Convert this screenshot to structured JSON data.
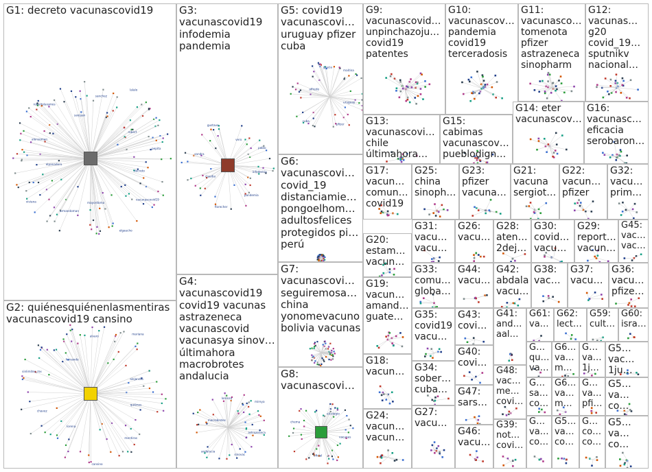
{
  "groups": [
    {
      "id": "G1",
      "lines": [
        "G1: decreto vacunascovid19"
      ]
    },
    {
      "id": "G2",
      "lines": [
        "G2: quiénesquiénenlasmentiras",
        "vacunascovid19 cansino"
      ]
    },
    {
      "id": "G3",
      "lines": [
        "G3:",
        "vacunascovid19",
        "infodemia",
        "pandemia"
      ]
    },
    {
      "id": "G4",
      "lines": [
        "G4:",
        "vacunascovid19",
        "covid19 vacunas",
        "astrazeneca",
        "vacunascovid",
        "vacunasya sinovac",
        "últimahora",
        "macrobrotes",
        "andalucia"
      ]
    },
    {
      "id": "G5",
      "lines": [
        "G5: covid19",
        "vacunascovid…",
        "uruguay pfizer",
        "cuba"
      ]
    },
    {
      "id": "G6",
      "lines": [
        "G6:",
        "vacunascovid…",
        "covid_19",
        "distanciamient…",
        "pongoelhombro",
        "adultosfelices",
        "protegidos piura",
        "perú"
      ]
    },
    {
      "id": "G7",
      "lines": [
        "G7:",
        "vacunascovid…",
        "seguiremosad…",
        "china",
        "yonomevacuno",
        "bolivia vacunas"
      ]
    },
    {
      "id": "G8",
      "lines": [
        "G8:",
        "vacunascovid…"
      ]
    },
    {
      "id": "G9",
      "lines": [
        "G9:",
        "vacunascovid…",
        "unpinchazojus…",
        "covid19",
        "patentes"
      ]
    },
    {
      "id": "G10",
      "lines": [
        "G10:",
        "vacunascovi…",
        "pandemia",
        "covid19",
        "terceradosis"
      ]
    },
    {
      "id": "G11",
      "lines": [
        "G11:",
        "vacunasco…",
        "tomenota",
        "pfizer",
        "astrazeneca",
        "sinopharm"
      ]
    },
    {
      "id": "G12",
      "lines": [
        "G12:",
        "vacunas…",
        "g20",
        "covid_19…",
        "sputnikv",
        "nacional…"
      ]
    },
    {
      "id": "G13",
      "lines": [
        "G13:",
        "vacunascovid…",
        "chile",
        "últimahora…"
      ]
    },
    {
      "id": "G15",
      "lines": [
        "G15:",
        "cabimas",
        "vacunascov…",
        "pueblodigno…"
      ]
    },
    {
      "id": "G14",
      "lines": [
        "G14: eter",
        "vacunascovi…"
      ]
    },
    {
      "id": "G16",
      "lines": [
        "G16:",
        "vacunasco…",
        "eficacia",
        "serobaronl…"
      ]
    },
    {
      "id": "G17",
      "lines": [
        "G17:",
        "vacunas…",
        "comuni…",
        "covid19"
      ]
    },
    {
      "id": "G25",
      "lines": [
        "G25:",
        "china",
        "sinopha…"
      ]
    },
    {
      "id": "G23",
      "lines": [
        "G23:",
        "pfizer",
        "vacuna…"
      ]
    },
    {
      "id": "G21",
      "lines": [
        "G21:",
        "vacuna",
        "sergiote…"
      ]
    },
    {
      "id": "G22",
      "lines": [
        "G22:",
        "vacuna…",
        "pfizer"
      ]
    },
    {
      "id": "G32",
      "lines": [
        "G32:",
        "vacun…",
        "prime…"
      ]
    },
    {
      "id": "G20",
      "lines": [
        "G20:",
        "estama…",
        "vacunas…"
      ]
    },
    {
      "id": "G19",
      "lines": [
        "G19:",
        "vacunas…",
        "amanda…",
        "guatem…"
      ]
    },
    {
      "id": "G18",
      "lines": [
        "G18:",
        "vacunas…"
      ]
    },
    {
      "id": "G24",
      "lines": [
        "G24:",
        "vacunas…",
        "vacunac…"
      ]
    },
    {
      "id": "G31",
      "lines": [
        "G31:",
        "vacun…",
        "vacun…"
      ]
    },
    {
      "id": "G26",
      "lines": [
        "G26:",
        "vacun…"
      ]
    },
    {
      "id": "G28",
      "lines": [
        "G28:",
        "atenci…",
        "2dejul…"
      ]
    },
    {
      "id": "G30",
      "lines": [
        "G30:",
        "covid…",
        "vacun…"
      ]
    },
    {
      "id": "G29",
      "lines": [
        "G29:",
        "report…",
        "vacun…"
      ]
    },
    {
      "id": "G45",
      "lines": [
        "G45:",
        "vac…",
        "vac…"
      ]
    },
    {
      "id": "G33",
      "lines": [
        "G33:",
        "comu…",
        "globali…"
      ]
    },
    {
      "id": "G44",
      "lines": [
        "G44:",
        "vacun…"
      ]
    },
    {
      "id": "G42",
      "lines": [
        "G42:",
        "abdala",
        "vacun…"
      ]
    },
    {
      "id": "G38",
      "lines": [
        "G38:",
        "vacun…"
      ]
    },
    {
      "id": "G37",
      "lines": [
        "G37:",
        "vacun…"
      ]
    },
    {
      "id": "G36",
      "lines": [
        "G36:",
        "vacun…",
        "pfizer…"
      ]
    },
    {
      "id": "G35",
      "lines": [
        "G35:",
        "covid19",
        "vacun…"
      ]
    },
    {
      "id": "G43",
      "lines": [
        "G43:",
        "covid…"
      ]
    },
    {
      "id": "G41",
      "lines": [
        "G41:",
        "and…",
        "aal…"
      ]
    },
    {
      "id": "G61",
      "lines": [
        "G61:",
        "vac…"
      ]
    },
    {
      "id": "G62",
      "lines": [
        "G62:",
        "lect…"
      ]
    },
    {
      "id": "G59",
      "lines": [
        "G59:",
        "cult…"
      ]
    },
    {
      "id": "G60",
      "lines": [
        "G60:",
        "isra…"
      ]
    },
    {
      "id": "G34",
      "lines": [
        "G34:",
        "sober…",
        "cubap…"
      ]
    },
    {
      "id": "G40",
      "lines": [
        "G40:",
        "covid…"
      ]
    },
    {
      "id": "G6x1",
      "lines": [
        "G6…",
        "qui…",
        "vac…"
      ]
    },
    {
      "id": "G6x2",
      "lines": [
        "G6…",
        "va…",
        "me…"
      ]
    },
    {
      "id": "G5x1",
      "lines": [
        "G5…",
        "vac…",
        "1ju…"
      ]
    },
    {
      "id": "G47",
      "lines": [
        "G47:",
        "sarsc…"
      ]
    },
    {
      "id": "G48",
      "lines": [
        "G48:",
        "vac…",
        "me…",
        "covi…"
      ]
    },
    {
      "id": "G6x3",
      "lines": [
        "G6…",
        "sa…",
        "co…"
      ]
    },
    {
      "id": "G6x4",
      "lines": [
        "G6…",
        "va…",
        "me…"
      ]
    },
    {
      "id": "G5x2",
      "lines": [
        "G5…",
        "va…",
        "pfi…"
      ]
    },
    {
      "id": "G5x3",
      "lines": [
        "G5…",
        "va…",
        "co…"
      ]
    },
    {
      "id": "G27",
      "lines": [
        "G27:",
        "vacun…"
      ]
    },
    {
      "id": "G46",
      "lines": [
        "G46:",
        "vacun…"
      ]
    },
    {
      "id": "G39",
      "lines": [
        "G39:",
        "not…",
        "covi…"
      ]
    },
    {
      "id": "G6x5",
      "lines": [
        "G6…",
        "va…",
        "co…"
      ]
    },
    {
      "id": "G5x4",
      "lines": [
        "G5…",
        "va…",
        "co…"
      ]
    },
    {
      "id": "G5x5",
      "lines": [
        "G5…",
        "cov…",
        "cov…"
      ]
    },
    {
      "id": "G5x6",
      "lines": [
        "G5…",
        "va…",
        "co…"
      ]
    }
  ],
  "node_labels": {
    "G1": [
      "decreto",
      "vacunascovid19",
      "elgaucho",
      "mayordomo",
      "armandoman",
      "viviana",
      "elpanadero",
      "alonsoman",
      "robertolaramos",
      "sanjuan",
      "sanchez",
      "lalalo",
      "robert",
      "pepita"
    ],
    "G2": [
      "quiénes",
      "mentiras",
      "cansino",
      "lorena",
      "chavez",
      "sinlimites_mx",
      "fernando",
      "alvaro",
      "mariana",
      "alejandro"
    ],
    "G3": [
      "infodemia",
      "pandemia",
      "florecher",
      "claudia",
      "sandra",
      "gustavo",
      "vero",
      "pablo"
    ],
    "G4": [
      "astrazeneca",
      "sinovac",
      "andalucia",
      "macrobrotes",
      "lorenzo",
      "mireya"
    ],
    "G5": [
      "uruguay",
      "pfizer",
      "cuba",
      "alfredo",
      "gracia",
      "maitina"
    ],
    "G8": [
      "vacunas",
      "oficial",
      "chema",
      "elcolegio"
    ]
  },
  "hub_colors": {
    "G1": "#6b6b6b",
    "G2": "#f2d200",
    "G3": "#8f3b2a",
    "G8": "#2a9d3a"
  }
}
